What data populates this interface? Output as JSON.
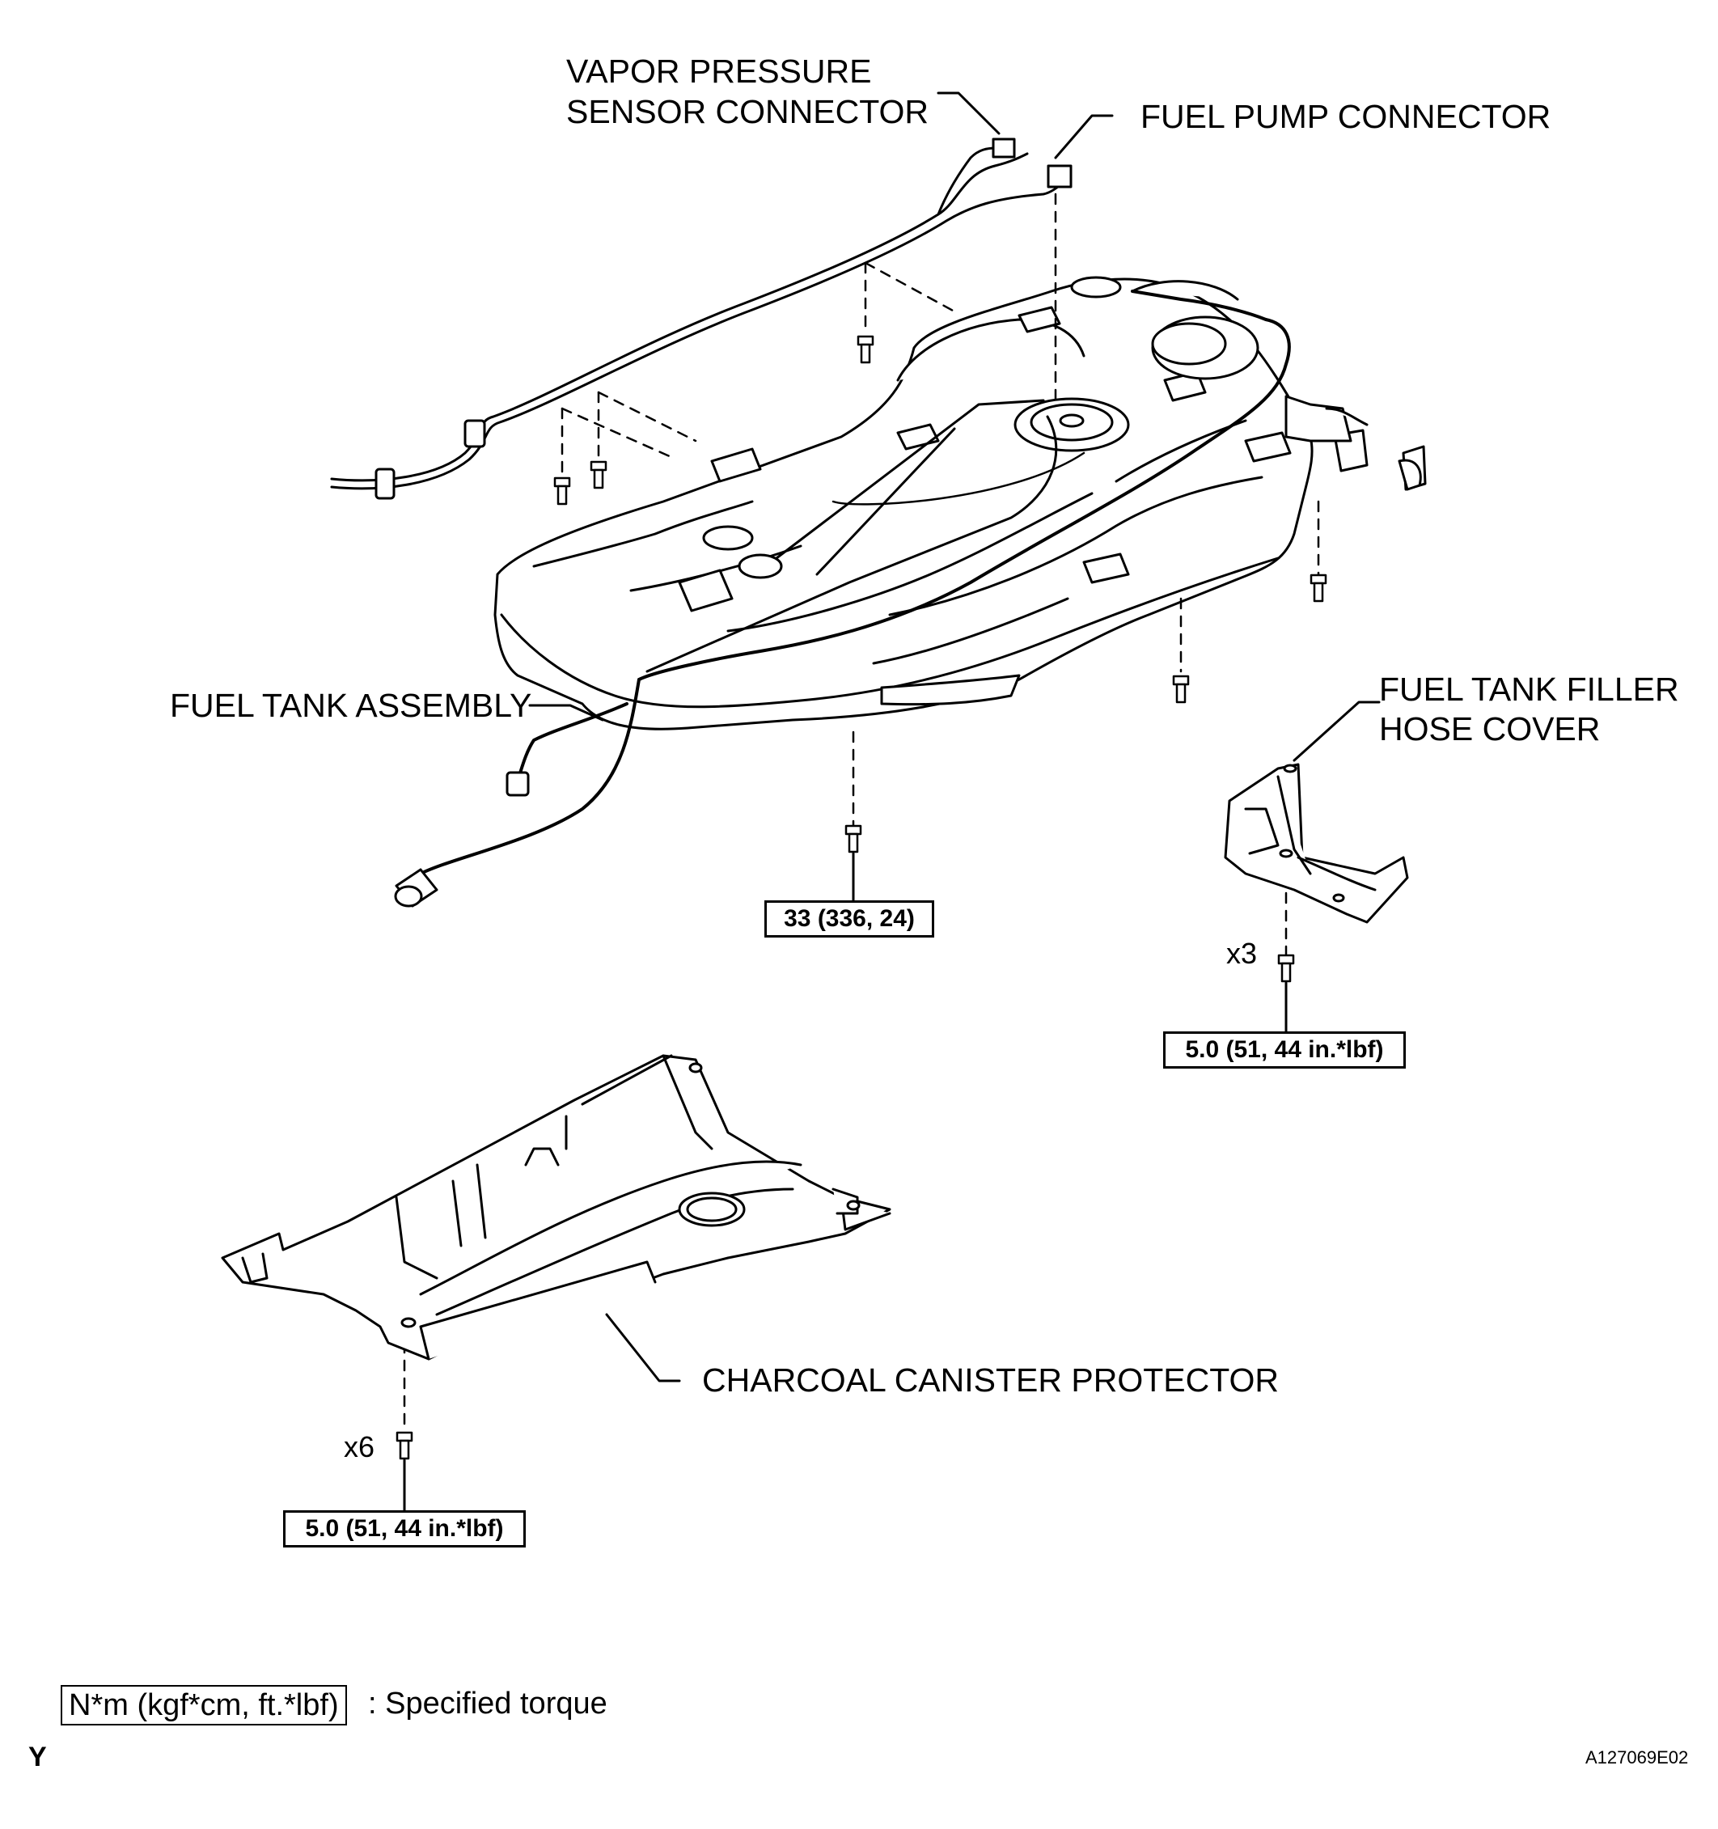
{
  "labels": {
    "vapor_line1": "VAPOR PRESSURE",
    "vapor_line2": "SENSOR CONNECTOR",
    "fuel_pump_connector": "FUEL PUMP CONNECTOR",
    "fuel_tank_assembly": "FUEL TANK ASSEMBLY",
    "filler_cover_line1": "FUEL TANK FILLER",
    "filler_cover_line2": "HOSE COVER",
    "charcoal_protector": "CHARCOAL CANISTER PROTECTOR"
  },
  "torques": {
    "tank_bolt": "33 (336, 24)",
    "filler_cover_bolt": "5.0 (51, 44 in.*lbf)",
    "protector_bolt": "5.0 (51, 44 in.*lbf)"
  },
  "counts": {
    "filler_cover_qty": "x3",
    "protector_qty": "x6"
  },
  "legend": {
    "box_text": "N*m (kgf*cm, ft.*lbf)",
    "description": ": Specified torque"
  },
  "footer": {
    "corner_mark": "Y",
    "figure_id": "A127069E02"
  },
  "style": {
    "line_color": "#000000",
    "part_fill": "#ffffff"
  }
}
